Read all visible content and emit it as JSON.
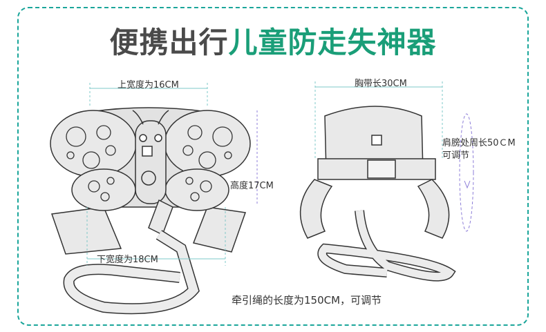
{
  "title": {
    "part1": "便携出行",
    "part2": "儿童防走失神器"
  },
  "colors": {
    "border": "#1aa59a",
    "accent": "#1a9e78",
    "title_dark": "#4a4a4a",
    "guide": "#7ec8c8",
    "leash_guide": "#8c7dd8"
  },
  "labels": {
    "upper_width": "上宽度为16CM",
    "height": "高度17CM",
    "lower_width": "下宽度为18CM",
    "chest_strap": "胸带长30CM",
    "shoulder_line1": "肩膀处周长50ＣM",
    "shoulder_line2": "可调节",
    "leash": "牵引绳的长度为150CM，可调节"
  }
}
